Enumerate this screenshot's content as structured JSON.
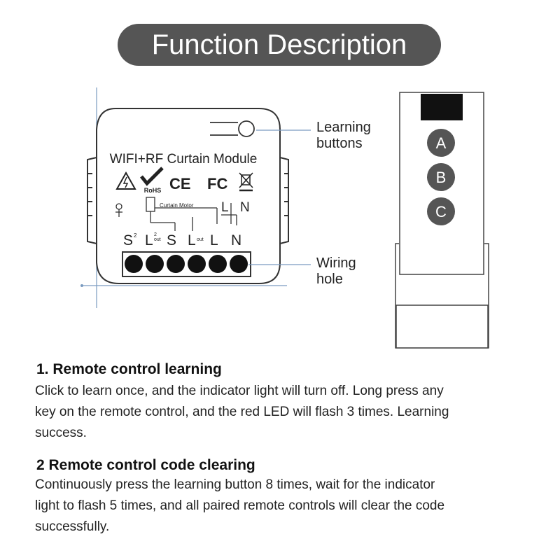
{
  "header": {
    "title": "Function Description"
  },
  "module": {
    "name": "WIFI+RF Curtain Module",
    "rohs": "RoHS",
    "ce": "CE",
    "fc": "FC",
    "motor_label": "Curtain Motor",
    "lines": {
      "top_l": "L",
      "top_n": "N"
    },
    "terminals": {
      "s2": "S",
      "s2_sup": "2",
      "l2": "L",
      "l2_sup": "2",
      "l2_sub": "out",
      "s": "S",
      "lout": "L",
      "lout_sub": "out",
      "l": "L",
      "n": "N"
    }
  },
  "callouts": {
    "learning_line1": "Learning",
    "learning_line2": "buttons",
    "wiring_line1": "Wiring",
    "wiring_line2": "hole"
  },
  "remote": {
    "buttons": [
      "A",
      "B",
      "C"
    ]
  },
  "sections": [
    {
      "title": "1. Remote control learning",
      "lines": [
        "Click to learn once, and the indicator light will turn off. Long press any",
        "key on the remote control, and the red LED will flash 3 times. Learning",
        "success."
      ]
    },
    {
      "title": "2 Remote control code clearing",
      "lines": [
        "Continuously press the learning button 8 times, wait for the indicator",
        "light to flash 5 times, and all paired remote controls will clear the code",
        "successfully."
      ]
    }
  ]
}
